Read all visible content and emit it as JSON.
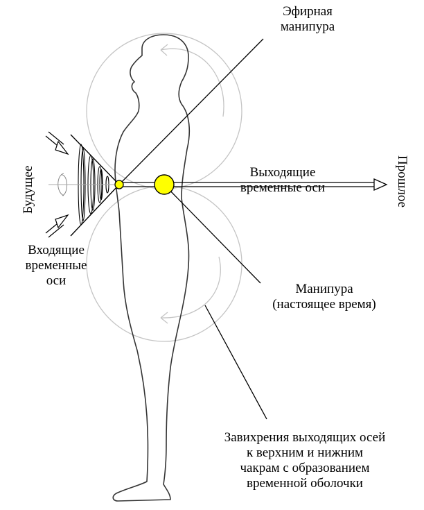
{
  "labels": {
    "etheric_manipura": "Эфирная\nманипура",
    "future": "Будущее",
    "past": "Прошлое",
    "outgoing_axes": "Выходящие\nвременные оси",
    "incoming_axes": "Входящие\nвременные\nоси",
    "manipura": "Манипура\n(настоящее время)",
    "vortices": "Завихрения выходящих осей\nк верхним и нижним\nчакрам с образованием\nвременной оболочки"
  },
  "colors": {
    "line": "#000000",
    "circle": "#bfbfbf",
    "body_outline": "#333333",
    "manipura_fill": "#ffff00"
  }
}
